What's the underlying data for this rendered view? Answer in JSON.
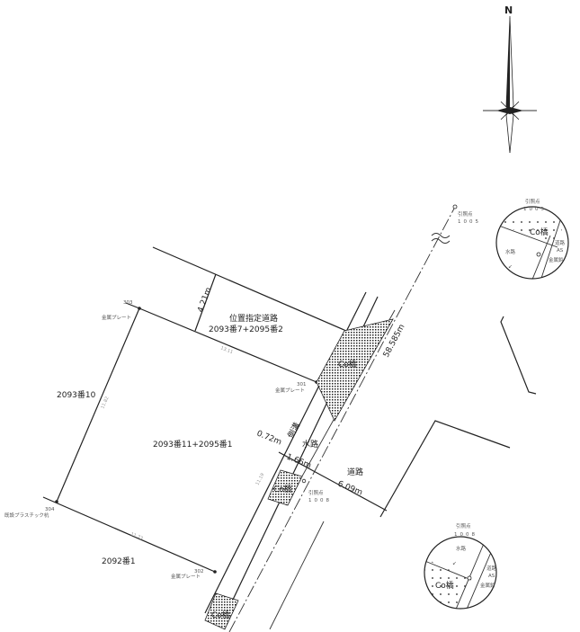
{
  "north": {
    "label": "N"
  },
  "parcels": {
    "designated_road": {
      "title": "位置指定道路",
      "lots": "2093番7+2095番2",
      "width": "4.21m"
    },
    "main_lot": "2093番11+2095番1",
    "north_west_lot": "2093番10",
    "south_lot": "2092番1"
  },
  "points": [
    {
      "id": "303",
      "type": "金属プレート"
    },
    {
      "id": "301",
      "type": "金属プレート"
    },
    {
      "id": "302",
      "type": "金属プレート"
    },
    {
      "id": "304",
      "type": "既設プラスチック杭"
    }
  ],
  "edges": [
    "13.11",
    "11.82",
    "11.73",
    "11.19"
  ],
  "measurements": {
    "centerline": "58.585m",
    "offset": "0.72m",
    "waterway_width": "1.66m",
    "road_width": "6.09m"
  },
  "labels": {
    "waterway": "水路",
    "road": "道路",
    "gutter": "側溝",
    "bridge": "Co橋",
    "ref_label": "引照点",
    "ref_1005": "1005",
    "ref_1008": "1008"
  },
  "details": [
    {
      "ref": "引照点",
      "number": "1005",
      "bridge": "Co橋",
      "waterway": "水路",
      "road": "道路",
      "surface": "AS",
      "marker": "金属鋲"
    },
    {
      "ref": "引照点",
      "number": "1008",
      "bridge": "Co橋",
      "waterway": "水路",
      "road": "道路",
      "surface": "AS",
      "marker": "金属鋲"
    }
  ]
}
